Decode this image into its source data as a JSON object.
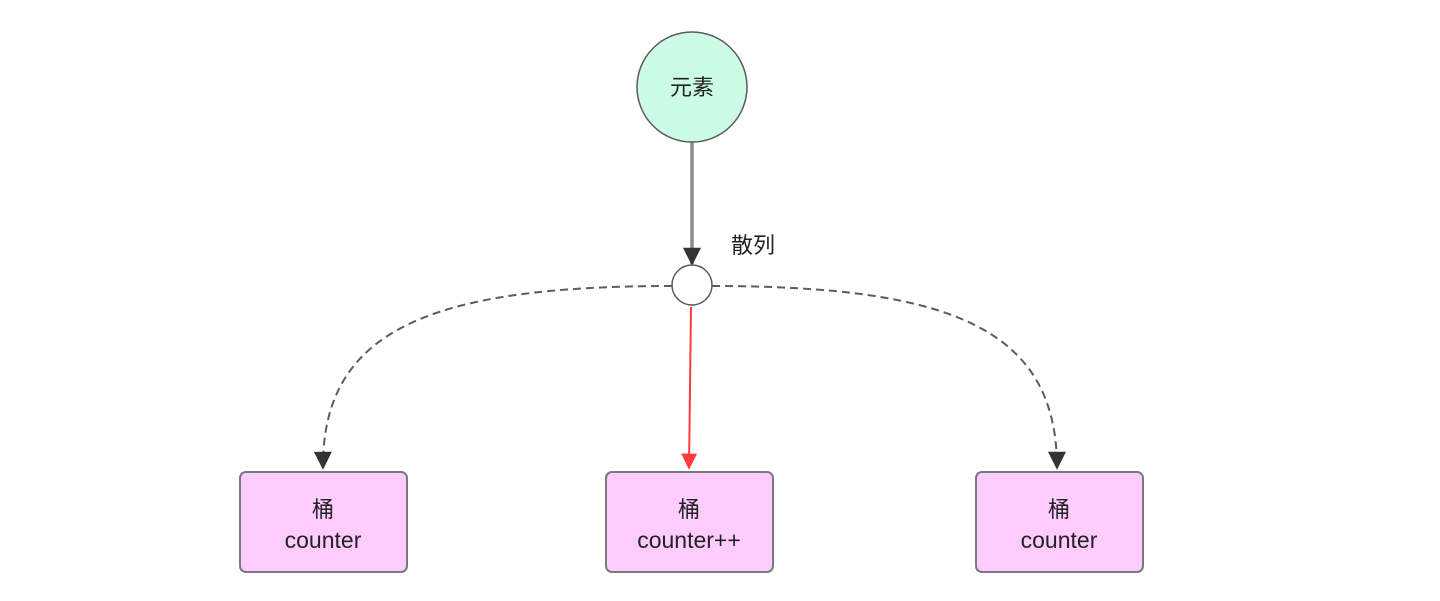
{
  "element_node": {
    "label": "元素",
    "fill": "#ccfbe6",
    "stroke": "#5a5a5a"
  },
  "hash_label": "散列",
  "buckets": [
    {
      "title": "桶",
      "subtitle": "counter",
      "highlighted": false
    },
    {
      "title": "桶",
      "subtitle": "counter++",
      "highlighted": true
    },
    {
      "title": "桶",
      "subtitle": "counter",
      "highlighted": false
    }
  ],
  "colors": {
    "bucket_fill": "#ffccff",
    "bucket_stroke": "#7a7a7a",
    "main_arrow": "#8c8c8c",
    "dashed_arrow": "#5c5c5c",
    "highlight_arrow": "#ff3b3b",
    "arrowhead": "#333333"
  }
}
